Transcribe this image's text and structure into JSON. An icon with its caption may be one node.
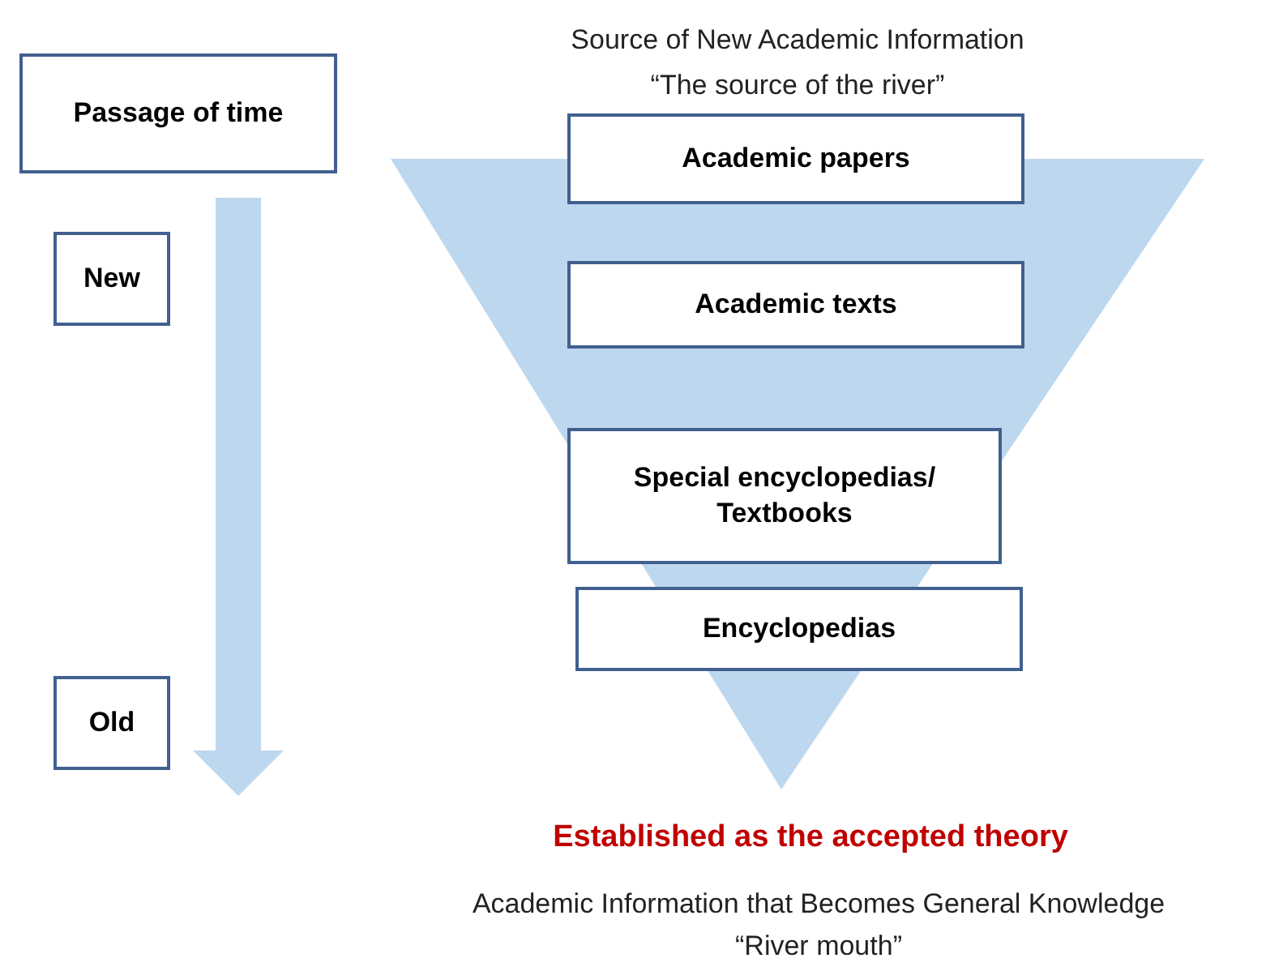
{
  "diagram": {
    "nodes": [
      {
        "text": [
          "Passage of time"
        ]
      },
      {
        "text": [
          "New"
        ]
      },
      {
        "text": [
          "Old"
        ]
      },
      {
        "text": [
          "Academic papers"
        ]
      },
      {
        "text": [
          "Academic texts"
        ]
      },
      {
        "text": [
          "Special encyclopedias/ Textbooks"
        ]
      },
      {
        "text": [
          "Encyclopedias"
        ]
      }
    ],
    "labels": [
      "Source of New Academic Information",
      "“The source of the river”",
      "Established as the accepted theory",
      "Academic Information that Becomes General Knowledge",
      "“River mouth”"
    ]
  }
}
